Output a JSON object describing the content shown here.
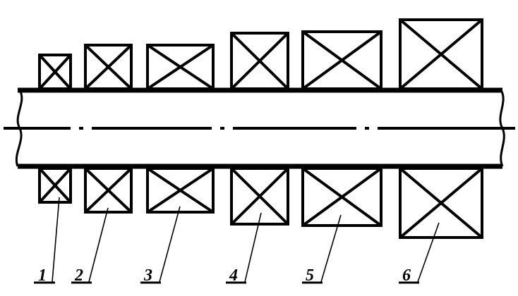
{
  "diagram": {
    "stroke_color": "#000000",
    "background": "#ffffff",
    "bearings": [
      {
        "label": "1"
      },
      {
        "label": "2"
      },
      {
        "label": "3"
      },
      {
        "label": "4"
      },
      {
        "label": "5"
      },
      {
        "label": "6"
      }
    ]
  }
}
